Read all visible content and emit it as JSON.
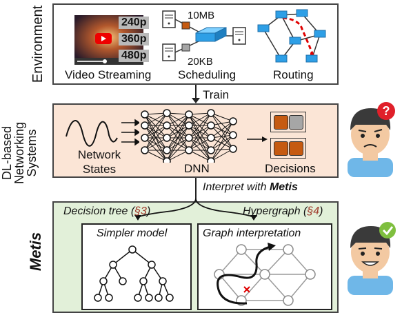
{
  "environment": {
    "label": "Environment",
    "video": {
      "label": "Video Streaming",
      "resolutions": [
        "240p",
        "360p",
        "480p"
      ]
    },
    "scheduling": {
      "label": "Scheduling",
      "size_top": "10MB",
      "size_bottom": "20KB"
    },
    "routing": {
      "label": "Routing"
    }
  },
  "arrow_train": "Train",
  "dl_systems": {
    "label": "DL-based Networking Systems",
    "input_label": "Network States",
    "model_label": "DNN",
    "output_label": "Decisions"
  },
  "interpret": {
    "prefix": "Interpret with ",
    "name": "Metis"
  },
  "metis": {
    "label": "Metis",
    "decision_tree": {
      "label": "Decision tree (",
      "ref": "§3",
      "close": ")"
    },
    "hypergraph": {
      "label": "Hypergraph (",
      "ref": "§4",
      "close": ")"
    },
    "simpler_model": "Simpler model",
    "graph_interpretation": "Graph interpretation"
  },
  "colors": {
    "dl_panel": "#fbe5d6",
    "metis_panel": "#e2f0d9",
    "decision_orange": "#c55a11",
    "decision_gray": "#a6a6a6",
    "switch_blue": "#2e9fe6",
    "route_red": "#e00000",
    "question_badge": "#e0202a",
    "check_badge": "#7fbf3f"
  },
  "icons": [
    "video-thumbnail-icon",
    "server-icon",
    "switch-icon",
    "router-icon",
    "confused-person-icon",
    "happy-person-icon",
    "question-mark-icon",
    "checkmark-icon"
  ]
}
